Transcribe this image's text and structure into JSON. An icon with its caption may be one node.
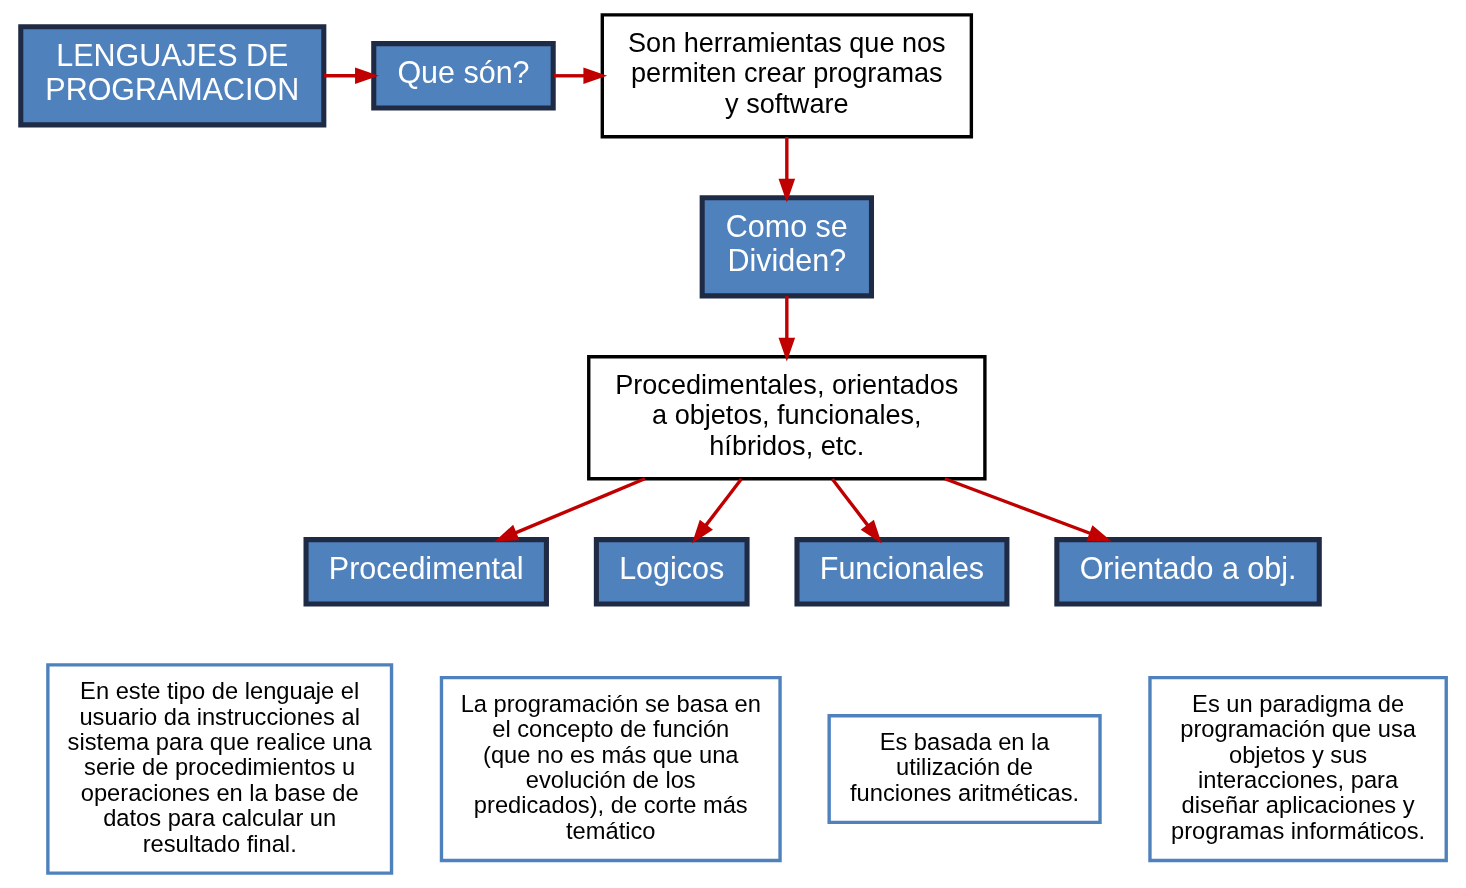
{
  "diagram": {
    "nodes": [
      {
        "text": [
          "LENGUAJES DE PROGRAMACION"
        ]
      },
      {
        "text": [
          "Que són?"
        ]
      },
      {
        "text": [
          "Son herramientas que nos permiten crear programas y software"
        ]
      },
      {
        "text": [
          "Procedimental"
        ]
      },
      {
        "text": [
          "En este tipo de lenguaje el usuario da instrucciones al sistema para que realice una serie de procedimientos u operaciones en la base de datos para calcular un resultado final."
        ]
      },
      {
        "text": [
          "Procedimentales, orientados a objetos, funcionales, híbridos, etc."
        ]
      },
      {
        "text": [
          "Como se Dividen?"
        ]
      },
      {
        "text": [
          "Logicos"
        ]
      },
      {
        "text": [
          "Funcionales"
        ]
      },
      {
        "text": [
          "Orientado a obj."
        ]
      },
      {
        "text": [
          "La programación se basa en el concepto de función (que no es más que una evolución de los predicados), de corte más temático"
        ]
      },
      {
        "text": [
          "Es basada en la utilización de funciones aritméticas."
        ]
      },
      {
        "text": [
          "Es un paradigma de programación que usa objetos y sus interacciones, para diseñar aplicaciones y programas informáticos."
        ]
      }
    ],
    "edges": [
      {
        "from": 0,
        "to": 1,
        "arrow": "to"
      },
      {
        "from": 1,
        "to": 2,
        "arrow": "to"
      },
      {
        "from": 2,
        "to": 6,
        "arrow": "to"
      },
      {
        "from": 6,
        "to": 5,
        "arrow": "to"
      },
      {
        "from": 5,
        "to": 3,
        "arrow": "to"
      },
      {
        "from": 5,
        "to": 7,
        "arrow": "to"
      },
      {
        "from": 5,
        "to": 8,
        "arrow": "to"
      },
      {
        "from": 5,
        "to": 9,
        "arrow": "to"
      }
    ]
  }
}
